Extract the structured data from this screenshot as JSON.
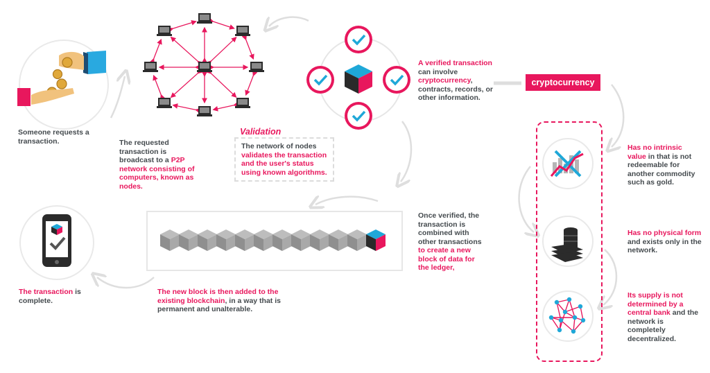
{
  "steps": {
    "request": {
      "text": "Someone requests a transaction."
    },
    "broadcast": {
      "text_part1": "The requested transaction is broadcast to a ",
      "text_highlight": "P2P network consisting of computers, known as nodes."
    },
    "validation": {
      "title": "Validation",
      "text_part1": "The network of nodes ",
      "text_highlight": "validates the transaction and the user's status using known algorithms."
    },
    "verified": {
      "text_highlight1": "A verified transaction",
      "text_part2": " can involve ",
      "text_highlight2": "cryptocurrency",
      "text_part3": ", contracts, records, or other information."
    },
    "new_block": {
      "text_part1": "Once verified, the transaction is combined with other transactions ",
      "text_highlight": "to create a new block of data for the ledger,"
    },
    "added": {
      "text_highlight": "The new block is then added to the existing blockchain",
      "text_part2": ", in a way that is permanent and unalterable."
    },
    "complete": {
      "text_highlight": "The transaction",
      "text_part2": " is complete."
    }
  },
  "cryptocurrency_badge": "cryptocurrency",
  "properties": [
    {
      "highlight": "Has no intrinsic value",
      "text": " in that is not redeemable for another commodity such as gold."
    },
    {
      "highlight": "Has no physical form",
      "text": " and exists only in the network."
    },
    {
      "highlight": "Its supply is not determined by a central bank",
      "text": " and the network is completely decentralized."
    }
  ],
  "colors": {
    "accent": "#e8175d",
    "teal": "#1fa8d8",
    "text": "#444a4e",
    "cube_gray": "#8a8a8a"
  }
}
